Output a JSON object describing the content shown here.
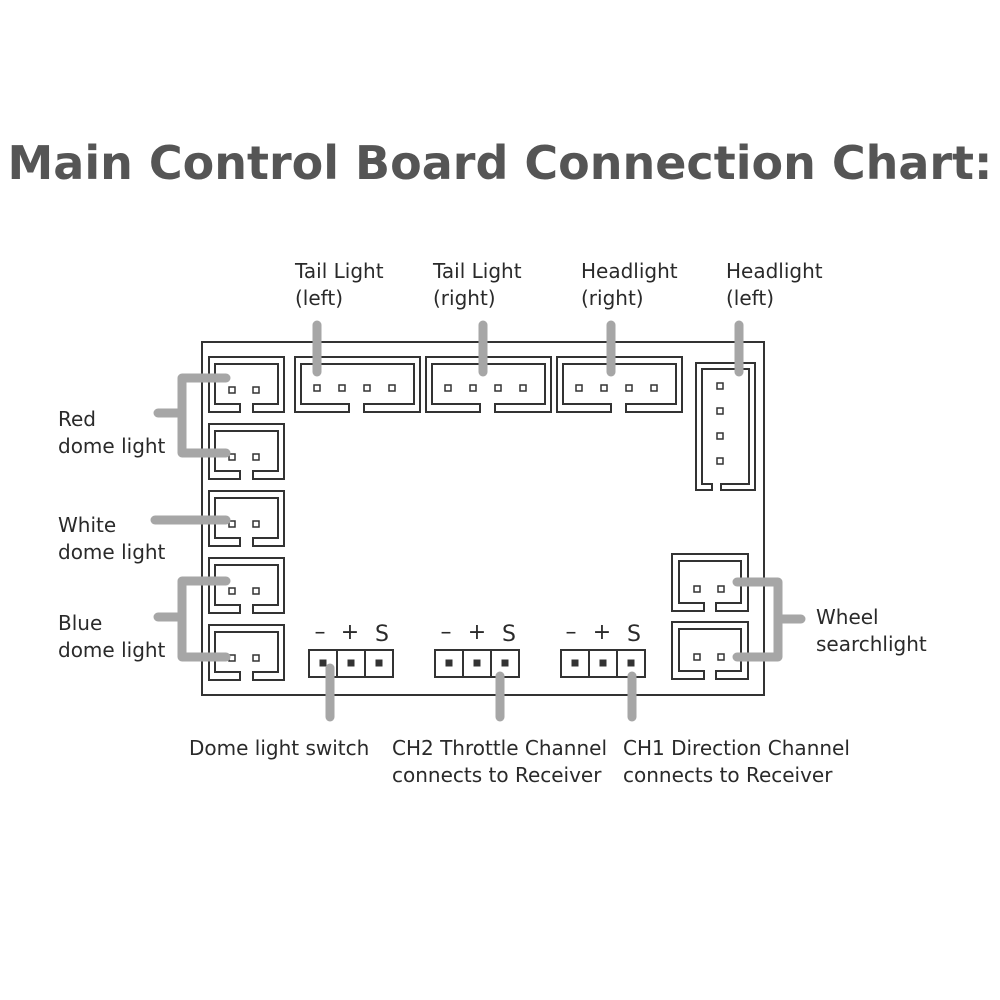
{
  "title": "Main Control Board Connection Chart:",
  "labels": {
    "tail_left": [
      "Tail Light",
      "(left)"
    ],
    "tail_right": [
      "Tail Light",
      "(right)"
    ],
    "headlight_right": [
      "Headlight",
      "(right)"
    ],
    "headlight_left": [
      "Headlight",
      "(left)"
    ],
    "red_dome": [
      "Red",
      "dome light"
    ],
    "white_dome": [
      "White",
      "dome light"
    ],
    "blue_dome": [
      "Blue",
      "dome light"
    ],
    "wheel_searchlight": [
      "Wheel",
      "searchlight"
    ],
    "dome_switch": [
      "Dome light switch"
    ],
    "ch2": [
      "CH2 Throttle Channel",
      "connects to Receiver"
    ],
    "ch1": [
      "CH1 Direction Channel",
      "connects to Receiver"
    ]
  },
  "pin_labels": [
    "–",
    "+",
    "S"
  ],
  "colors": {
    "title": "#555555",
    "pointer": "#a6a6a6",
    "outline": "#333333"
  }
}
